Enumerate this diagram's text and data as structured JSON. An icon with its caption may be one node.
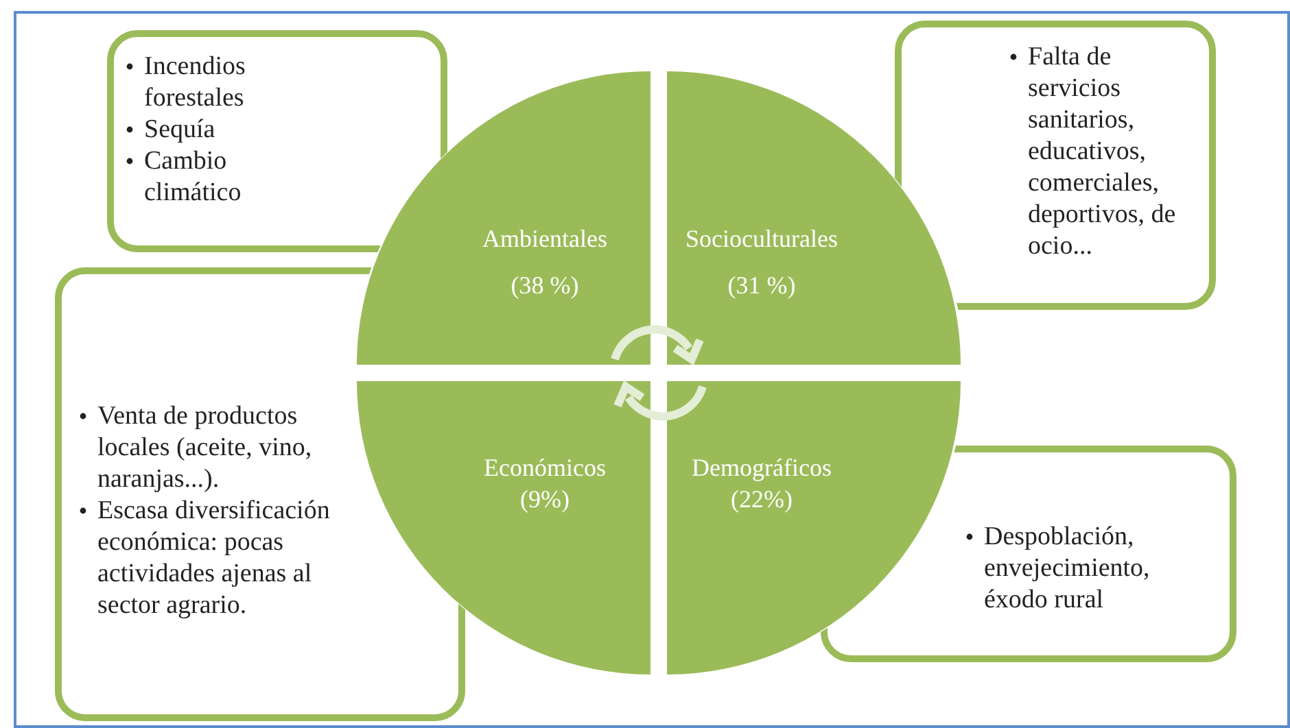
{
  "diagram": {
    "nodes": [
      {
        "text": [
          "Incendios forestales",
          "Sequía",
          "Cambio climático"
        ]
      },
      {
        "text": [
          "Falta de servicios sanitarios, educativos, comerciales, deportivos, de ocio..."
        ]
      },
      {
        "text": [
          "Venta de productos locales (aceite, vino, naranjas...).",
          "Escasa diversificación económica: pocas actividades ajenas al sector agrario."
        ]
      },
      {
        "text": [
          "Despoblación, envejecimiento, éxodo rural"
        ]
      },
      {
        "text": [
          "Ambientales",
          "(38 %)"
        ]
      },
      {
        "text": [
          "Socioculturales",
          "(31 %)"
        ]
      },
      {
        "text": [
          "Económicos",
          "(9%)"
        ]
      },
      {
        "text": [
          "Demográficos",
          "(22%)"
        ]
      }
    ],
    "edges": []
  }
}
